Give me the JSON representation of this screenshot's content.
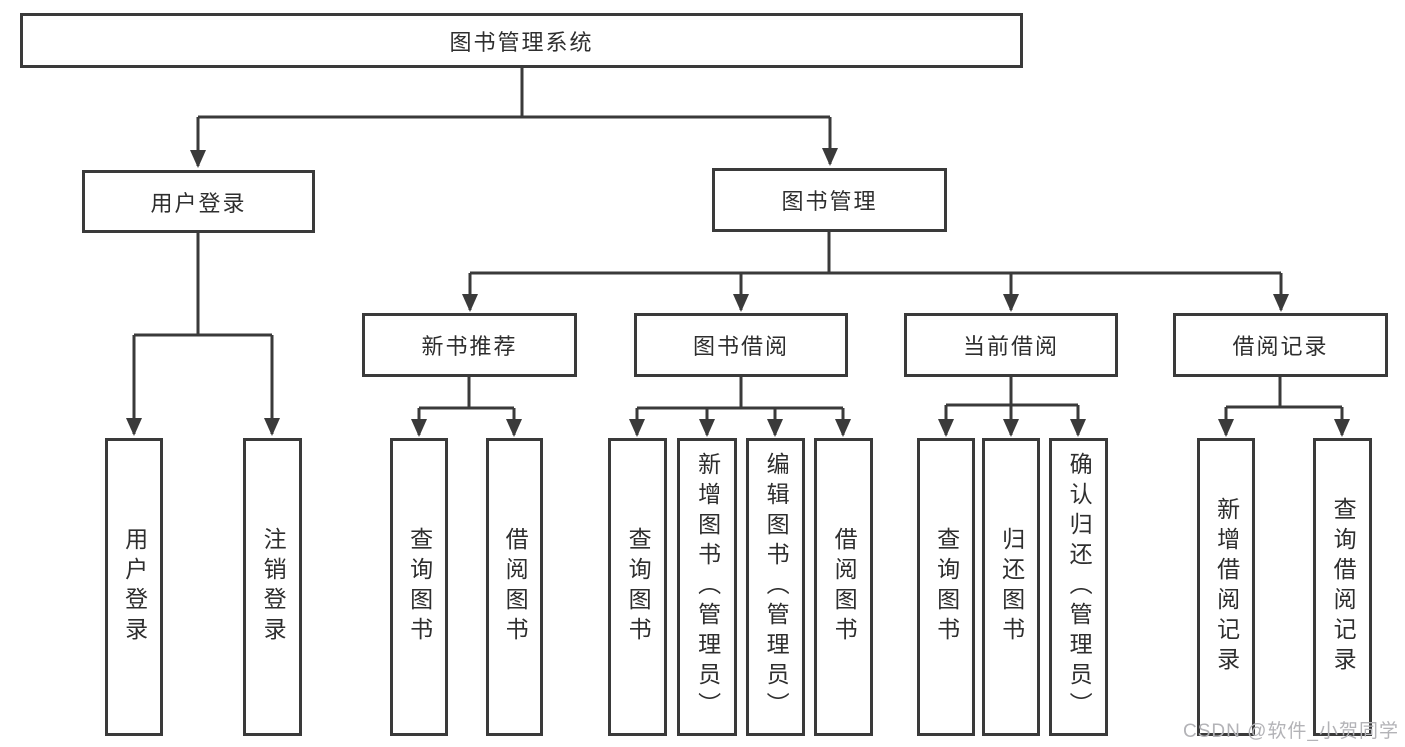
{
  "diagram_title": "图书管理系统",
  "nodes": {
    "root": "图书管理系统",
    "user_login": "用户登录",
    "book_mgmt": "图书管理",
    "new_rec": "新书推荐",
    "book_borrow": "图书借阅",
    "current_borrow": "当前借阅",
    "records": "借阅记录",
    "v_user_login": "用户登录",
    "v_logout": "注销登录",
    "v_rec_query": "查询图书",
    "v_rec_borrow": "借阅图书",
    "v_bb_query": "查询图书",
    "v_bb_add": "新增图书（管理员）",
    "v_bb_edit": "编辑图书（管理员）",
    "v_bb_borrow": "借阅图书",
    "v_cb_query": "查询图书",
    "v_cb_return": "归还图书",
    "v_cb_confirm": "确认归还（管理员）",
    "v_br_add": "新增借阅记录",
    "v_br_query": "查询借阅记录"
  },
  "edges": [
    {
      "from": "图书管理系统",
      "to": [
        "用户登录",
        "图书管理"
      ]
    },
    {
      "from": "用户登录",
      "to": [
        "用户登录",
        "注销登录"
      ]
    },
    {
      "from": "图书管理",
      "to": [
        "新书推荐",
        "图书借阅",
        "当前借阅",
        "借阅记录"
      ]
    },
    {
      "from": "新书推荐",
      "to": [
        "查询图书",
        "借阅图书"
      ]
    },
    {
      "from": "图书借阅",
      "to": [
        "查询图书",
        "新增图书（管理员）",
        "编辑图书（管理员）",
        "借阅图书"
      ]
    },
    {
      "from": "当前借阅",
      "to": [
        "查询图书",
        "归还图书",
        "确认归还（管理员）"
      ]
    },
    {
      "from": "借阅记录",
      "to": [
        "新增借阅记录",
        "查询借阅记录"
      ]
    }
  ],
  "watermark": "CSDN @软件_小贺同学",
  "colors": {
    "line": "#3a3a3a",
    "box_background": "#ffffff",
    "text": "#2e2e2e",
    "watermark": "#b3b3b7"
  }
}
